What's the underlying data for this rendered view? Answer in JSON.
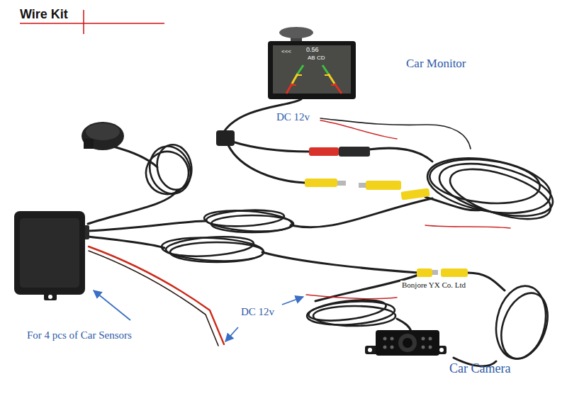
{
  "diagram": {
    "title": "Wire Kit",
    "labels": [
      "<<<",
      "0.56",
      "AB CD",
      "Car Monitor",
      "DC 12v",
      "Bonjore YX Co. Ltd",
      "DC 12v",
      "For 4 pcs of Car Sensors",
      "Car Camera"
    ]
  }
}
